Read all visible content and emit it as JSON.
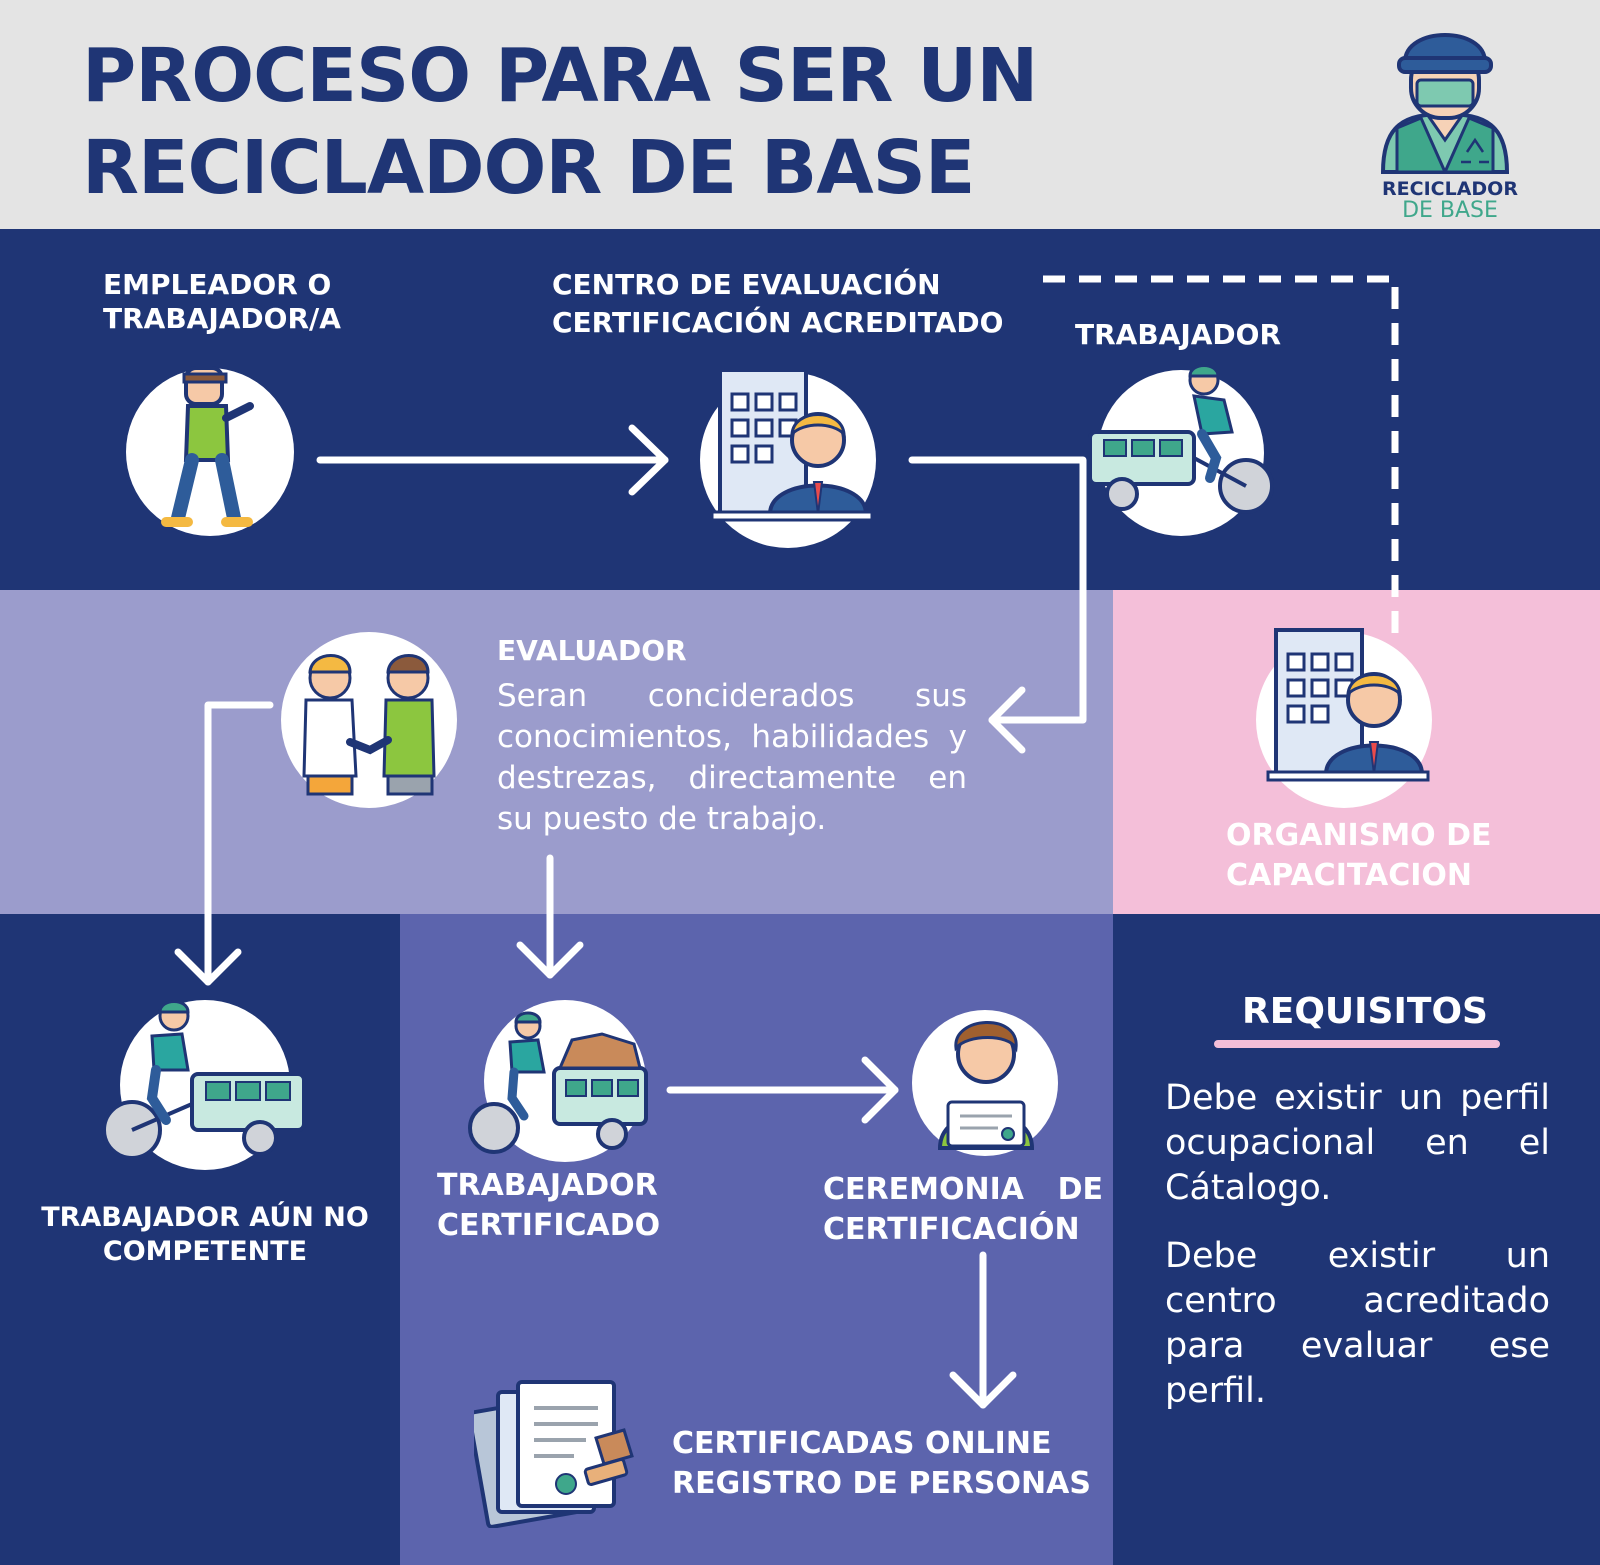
{
  "header": {
    "title_line1": "PROCESO PARA SER UN",
    "title_line2": "RECICLADOR DE BASE",
    "logo_line1": "RECICLADOR",
    "logo_line2": "DE BASE"
  },
  "nodes": {
    "employer": "EMPLEADOR O TRABAJADOR/A",
    "center_line1": "CENTRO  DE  EVALUACIÓN",
    "center_line2": "CERTIFICACIÓN ACREDITADO",
    "worker": "TRABAJADOR",
    "evaluator_title": "EVALUADOR",
    "evaluator_text": "Seran conciderados sus conocimientos, habilidades y destrezas, directamente en su puesto de trabajo.",
    "training_body": "ORGANISMO DE CAPACITACION",
    "not_competent": "TRABAJADOR  AÚN NO COMPETENTE",
    "certified_worker": "TRABAJADOR CERTIFICADO",
    "ceremony": "CEREMONIA DE CERTIFICACIÓN",
    "online_line1": "CERTIFICADAS ONLINE",
    "online_line2": "REGISTRO DE  PERSONAS"
  },
  "requirements": {
    "title": "REQUISITOS",
    "item1": "Debe existir un perfil ocupacional en el Cátalogo.",
    "item2": "Debe existir un centro acreditado para evaluar ese perfil."
  },
  "colors": {
    "navy": "#1f3575",
    "lavender": "#9b9ccc",
    "pink": "#f4bfd9",
    "indigo": "#5c64ad",
    "header_gray": "#e4e4e4",
    "logo_green": "#3fa78b"
  },
  "icons": [
    "worker-cap-logo-icon",
    "walking-person-icon",
    "office-building-agent-icon",
    "cargo-tricycle-rider-icon",
    "handshake-icon",
    "certificate-holder-icon",
    "documents-stamp-icon",
    "recycle-icon"
  ]
}
